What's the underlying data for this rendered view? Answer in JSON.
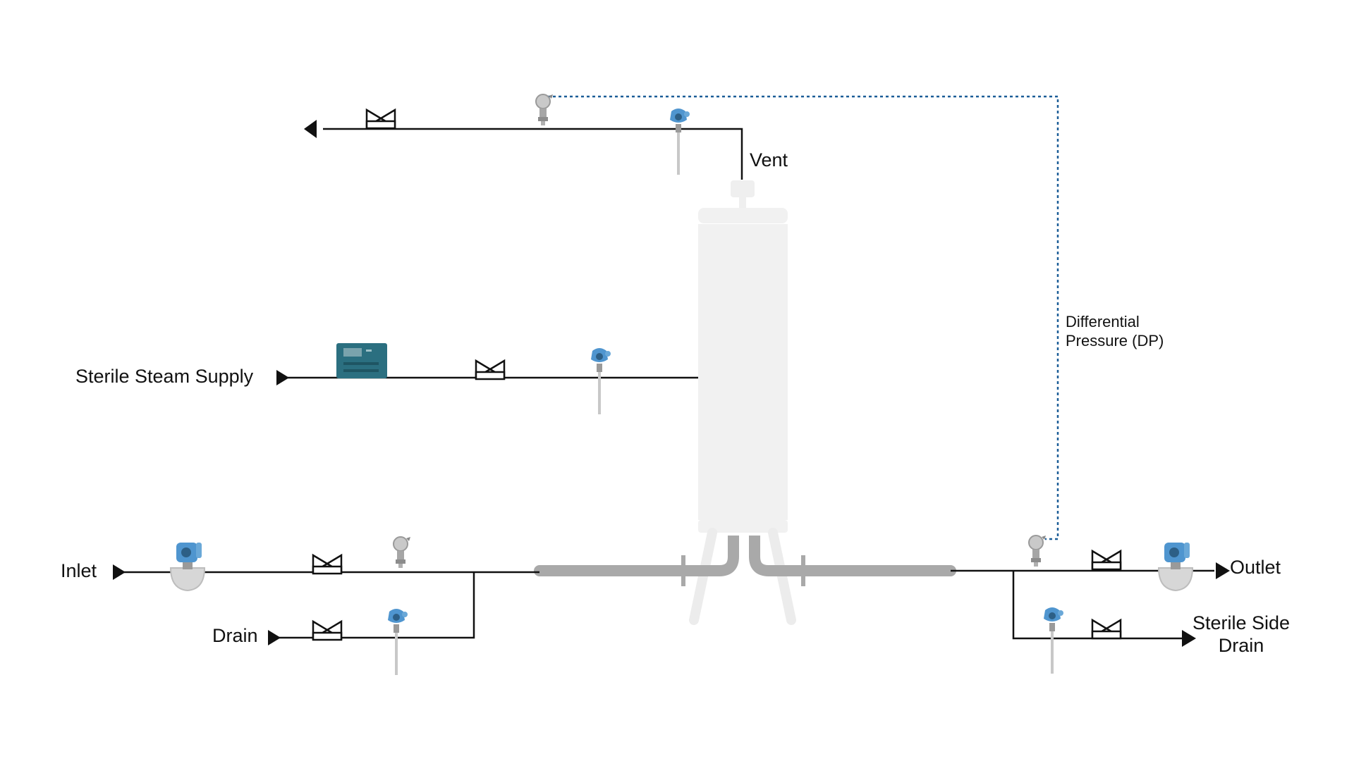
{
  "labels": {
    "vent": "Vent",
    "differential_pressure_line1": "Differential",
    "differential_pressure_line2": "Pressure (DP)",
    "sterile_steam_supply": "Sterile Steam Supply",
    "inlet": "Inlet",
    "drain": "Drain",
    "outlet": "Outlet",
    "sterile_side_drain_line1": "Sterile Side",
    "sterile_side_drain_line2": "Drain"
  },
  "colors": {
    "pipe": "#111111",
    "vessel": "#f1f1f1",
    "header_pipe": "#a9a9a9",
    "signal_line": "#1b5d97",
    "transmitter_blue": "#4f95cf",
    "controller_teal": "#2b6f80",
    "gauge_grey": "#b5b5b5"
  },
  "icons": [
    "valve-icon",
    "temperature-transmitter-icon",
    "pressure-gauge-icon",
    "flowmeter-icon",
    "steam-controller-icon",
    "flow-arrow-icon"
  ]
}
